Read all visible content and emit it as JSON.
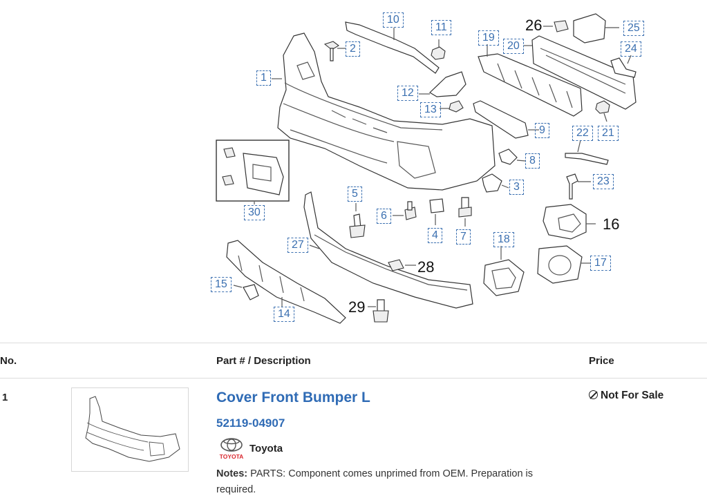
{
  "diagram": {
    "callouts": [
      "1",
      "2",
      "3",
      "4",
      "5",
      "6",
      "7",
      "8",
      "9",
      "10",
      "11",
      "12",
      "13",
      "14",
      "15",
      "16",
      "17",
      "18",
      "19",
      "20",
      "21",
      "22",
      "23",
      "24",
      "25",
      "26",
      "27",
      "28",
      "29",
      "30"
    ]
  },
  "table": {
    "header": {
      "no": "No.",
      "part": "Part # / Description",
      "price": "Price"
    },
    "rows": [
      {
        "no": "1",
        "title": "Cover Front Bumper L",
        "part_number": "52119-04907",
        "brand": "Toyota",
        "brand_logo_text": "TOYOTA",
        "notes_label": "Notes:",
        "notes_text": "PARTS: Component comes unprimed from OEM. Preparation is required.",
        "price": "Not For Sale",
        "price_icon": "not-allowed-icon"
      }
    ]
  },
  "colors": {
    "link": "#2f6bb5",
    "callout": "#3a6fb0",
    "brand_red": "#d9272e"
  }
}
